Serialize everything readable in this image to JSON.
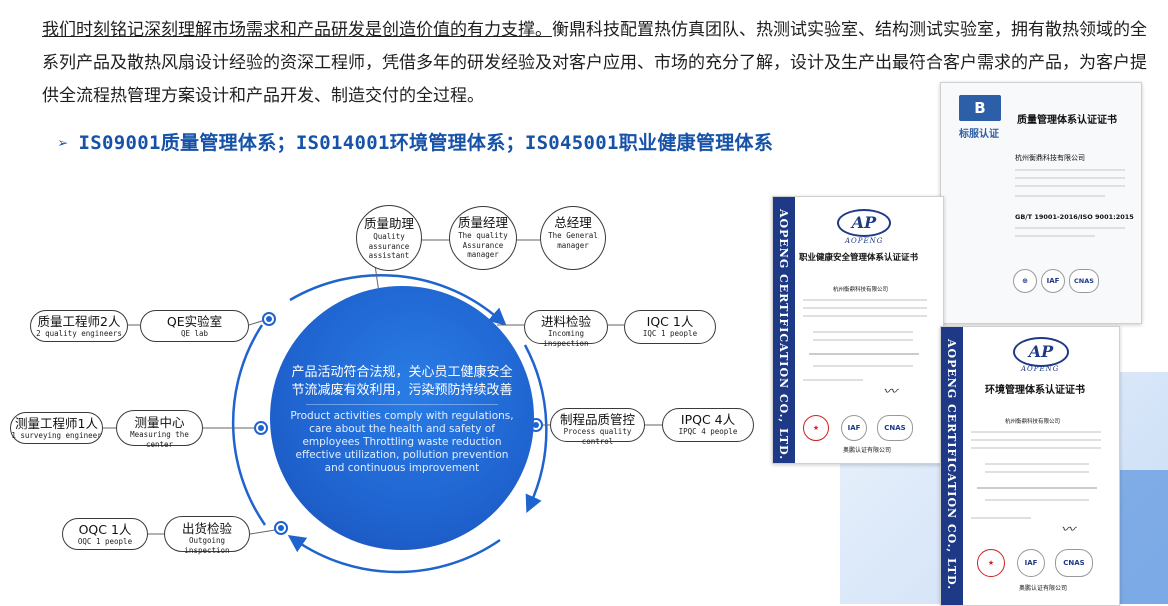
{
  "intro": {
    "highlight": "我们时刻铭记深刻理解市场需求和产品研发是创造价值的有力支撑。",
    "rest": "衡鼎科技配置热仿真团队、热测试实验室、结构测试实验室，拥有散热领域的全系列产品及散热风扇设计经验的资深工程师，凭借多年的研发经验及对客户应用、市场的充分了解，设计及生产出最符合客户需求的产品，为客户提供全流程热管理方案设计和产品开发、制造交付的全过程。"
  },
  "heading": {
    "arrow": "➢",
    "text": "IS09001质量管理体系；IS014001环境管理体系；IS045001职业健康管理体系"
  },
  "circle": {
    "cn": "产品活动符合法规，关心员工健康安全节流减废有效利用，污染预防持续改善",
    "en": "Product activities comply with regulations, care about the health and safety of employees Throttling waste reduction effective utilization, pollution prevention and continuous improvement"
  },
  "nodes": {
    "qa": {
      "cn": "质量助理",
      "en": "Quality assurance assistant"
    },
    "qm": {
      "cn": "质量经理",
      "en": "The quality Assurance manager"
    },
    "gm": {
      "cn": "总经理",
      "en": "The General manager"
    },
    "incoming": {
      "cn": "进料检验",
      "en": "Incoming inspection"
    },
    "iqc": {
      "cn": "IQC    1人",
      "en": "IQC  1 people"
    },
    "process": {
      "cn": "制程品质管控",
      "en": "Process quality control"
    },
    "ipqc": {
      "cn": "IPQC     4人",
      "en": "IPQC  4 people"
    },
    "qe_lab": {
      "cn": "QE实验室",
      "en": "QE lab"
    },
    "qe_eng": {
      "cn": "质量工程师2人",
      "en": "2 quality engineers"
    },
    "measure_center": {
      "cn": "测量中心",
      "en": "Measuring the center"
    },
    "measure_eng": {
      "cn": "测量工程师1人",
      "en": "1 surveying engineer"
    },
    "outgoing": {
      "cn": "出货检验",
      "en": "Outgoing inspection"
    },
    "oqc": {
      "cn": "OQC     1人",
      "en": "OQC  1 people"
    }
  },
  "certs": {
    "sidebar_text": "AOPENG CERTIFICATION CO., LTD.",
    "logo_text": "AP",
    "logo_sub": "AOPENG",
    "ohs_title": "职业健康安全管理体系认证证书",
    "env_title": "环境管理体系认证证书",
    "quality_title": "质量管理体系认证证书",
    "badge_letter": "B",
    "badge_label": "标服认证",
    "company": "杭州衡鼎科技有限公司",
    "standard": "GB/T 19001-2016/ISO 9001:2015",
    "seal_iaf": "IAF",
    "seal_cnas": "CNAS",
    "issuer": "奥鹏认证有限公司"
  }
}
